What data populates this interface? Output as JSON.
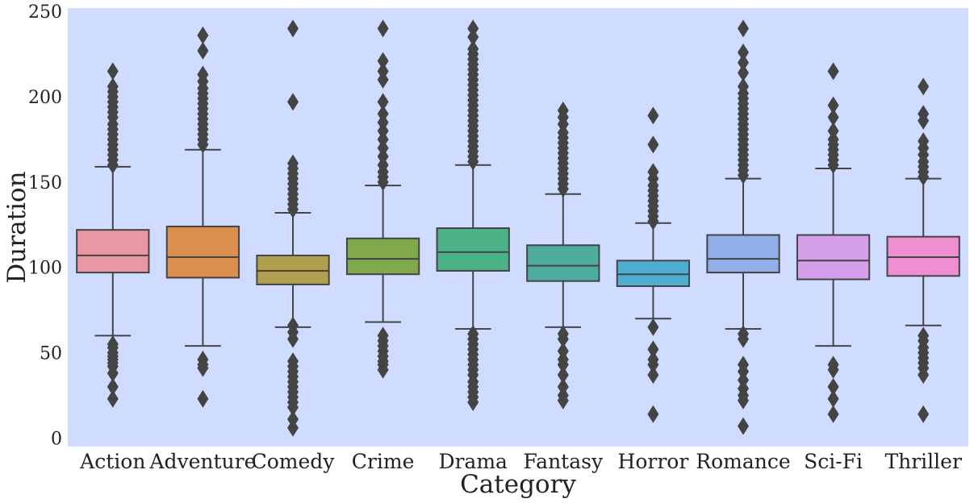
{
  "chart_data": {
    "type": "box",
    "xlabel": "Category",
    "ylabel": "Duration",
    "ylim": [
      -5,
      252
    ],
    "yticks": [
      0,
      50,
      100,
      150,
      200,
      250
    ],
    "grid": false,
    "background_color": "#cfdcff",
    "categories": [
      "Action",
      "Adventure",
      "Comedy",
      "Crime",
      "Drama",
      "Fantasy",
      "Horror",
      "Romance",
      "Sci-Fi",
      "Thriller"
    ],
    "boxes": [
      {
        "category": "Action",
        "color": "#ea96a3",
        "whisker_low": 60,
        "q1": 97,
        "median": 107,
        "q3": 122,
        "whisker_high": 159,
        "outliers": [
          23,
          30,
          38,
          42,
          44,
          46,
          48,
          50,
          53,
          55,
          160,
          163,
          166,
          169,
          172,
          175,
          178,
          181,
          184,
          188,
          191,
          194,
          197,
          200,
          203,
          206,
          215
        ]
      },
      {
        "category": "Adventure",
        "color": "#db8f4f",
        "whisker_low": 54,
        "q1": 94,
        "median": 106,
        "q3": 124,
        "whisker_high": 169,
        "outliers": [
          23,
          41,
          43,
          46,
          172,
          175,
          178,
          181,
          184,
          187,
          190,
          193,
          196,
          199,
          202,
          205,
          209,
          213,
          227,
          236
        ]
      },
      {
        "category": "Comedy",
        "color": "#b0a04d",
        "whisker_low": 65,
        "q1": 90,
        "median": 98,
        "q3": 107,
        "whisker_high": 132,
        "outliers": [
          6,
          11,
          18,
          21,
          24,
          27,
          30,
          33,
          36,
          39,
          42,
          45,
          58,
          62,
          66,
          134,
          137,
          140,
          143,
          146,
          149,
          152,
          155,
          158,
          161,
          197,
          240
        ]
      },
      {
        "category": "Crime",
        "color": "#80a84d",
        "whisker_low": 68,
        "q1": 96,
        "median": 105,
        "q3": 117,
        "whisker_high": 148,
        "outliers": [
          40,
          43,
          45,
          48,
          51,
          54,
          57,
          60,
          150,
          153,
          156,
          160,
          165,
          170,
          175,
          180,
          185,
          190,
          197,
          210,
          215,
          221,
          240
        ]
      },
      {
        "category": "Drama",
        "color": "#4cb388",
        "whisker_low": 64,
        "q1": 98,
        "median": 109,
        "q3": 123,
        "whisker_high": 160,
        "outliers": [
          21,
          24,
          27,
          30,
          33,
          37,
          40,
          43,
          46,
          49,
          52,
          55,
          58,
          61,
          162,
          165,
          168,
          171,
          174,
          177,
          180,
          183,
          186,
          189,
          192,
          195,
          198,
          201,
          204,
          207,
          210,
          213,
          216,
          219,
          222,
          225,
          228,
          235,
          240
        ]
      },
      {
        "category": "Fantasy",
        "color": "#4fad9f",
        "whisker_low": 65,
        "q1": 92,
        "median": 101,
        "q3": 113,
        "whisker_high": 143,
        "outliers": [
          22,
          25,
          30,
          37,
          43,
          46,
          51,
          58,
          61,
          146,
          149,
          152,
          155,
          158,
          161,
          164,
          167,
          170,
          173,
          176,
          179,
          184,
          188,
          192
        ]
      },
      {
        "category": "Horror",
        "color": "#4eaed0",
        "whisker_low": 70,
        "q1": 89,
        "median": 96,
        "q3": 104,
        "whisker_high": 126,
        "outliers": [
          14,
          37,
          43,
          46,
          52,
          65,
          127,
          130,
          133,
          136,
          139,
          142,
          145,
          148,
          152,
          156,
          172,
          189
        ]
      },
      {
        "category": "Romance",
        "color": "#92aee8",
        "whisker_low": 64,
        "q1": 97,
        "median": 105,
        "q3": 119,
        "whisker_high": 152,
        "outliers": [
          7,
          22,
          25,
          29,
          34,
          39,
          43,
          58,
          61,
          154,
          157,
          160,
          163,
          166,
          169,
          172,
          175,
          178,
          181,
          184,
          187,
          190,
          193,
          196,
          199,
          202,
          206,
          214,
          220,
          226,
          240
        ]
      },
      {
        "category": "Sci-Fi",
        "color": "#d49ee9",
        "whisker_low": 54,
        "q1": 93,
        "median": 104,
        "q3": 119,
        "whisker_high": 158,
        "outliers": [
          14,
          23,
          30,
          40,
          43,
          160,
          163,
          166,
          169,
          172,
          175,
          180,
          188,
          195,
          215
        ]
      },
      {
        "category": "Thriller",
        "color": "#ed8fd0",
        "whisker_low": 66,
        "q1": 95,
        "median": 106,
        "q3": 118,
        "whisker_high": 152,
        "outliers": [
          14,
          37,
          41,
          44,
          47,
          50,
          53,
          57,
          60,
          153,
          156,
          159,
          162,
          166,
          170,
          174,
          186,
          190,
          206
        ]
      }
    ]
  }
}
